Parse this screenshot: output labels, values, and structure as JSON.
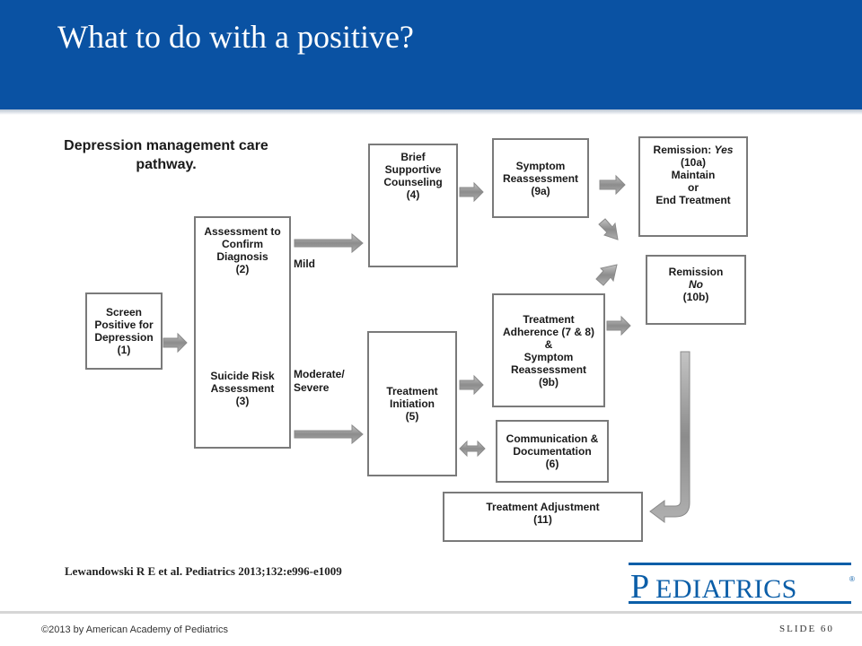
{
  "slide": {
    "title": "What to do with a positive?",
    "citation": "Lewandowski R E et al. Pediatrics 2013;132:e996-e1009",
    "copyright": "©2013 by American Academy of Pediatrics",
    "slide_number": "SLIDE 60",
    "logo_text": "PEDIATRICS"
  },
  "diagram": {
    "title": "Depression management care pathway.",
    "nodes": {
      "screen": [
        "Screen",
        "Positive for",
        "Depression",
        "(1)"
      ],
      "assessment": [
        "Assessment to",
        "Confirm",
        "Diagnosis",
        "(2)"
      ],
      "suicide": [
        "Suicide Risk",
        "Assessment",
        "(3)"
      ],
      "brief": [
        "Brief",
        "Supportive",
        "Counseling",
        "(4)"
      ],
      "initiation": [
        "Treatment",
        "Initiation",
        "(5)"
      ],
      "symptom": [
        "Symptom",
        "Reassessment",
        "(9a)"
      ],
      "adherence": [
        "Treatment",
        "Adherence (7 & 8)",
        "&",
        "Symptom",
        "Reassessment",
        "(9b)"
      ],
      "communication": [
        "Communication &",
        "Documentation",
        "(6)"
      ],
      "remission_yes": {
        "prefix": "Remission: ",
        "italic": "Yes",
        "lines": [
          "(10a)",
          "Maintain",
          "or",
          "End Treatment"
        ]
      },
      "remission_no": {
        "line1": "Remission",
        "italic": "No",
        "line3": "(10b)"
      },
      "adjustment": [
        "Treatment Adjustment",
        "(11)"
      ]
    },
    "edge_labels": {
      "mild": "Mild",
      "moderate": [
        "Moderate/",
        "Severe"
      ]
    }
  },
  "colors": {
    "header": "#0a52a3",
    "box_border": "#7a7a7a",
    "arrow": "#9a9a9a",
    "logo": "#0b5ea8"
  }
}
